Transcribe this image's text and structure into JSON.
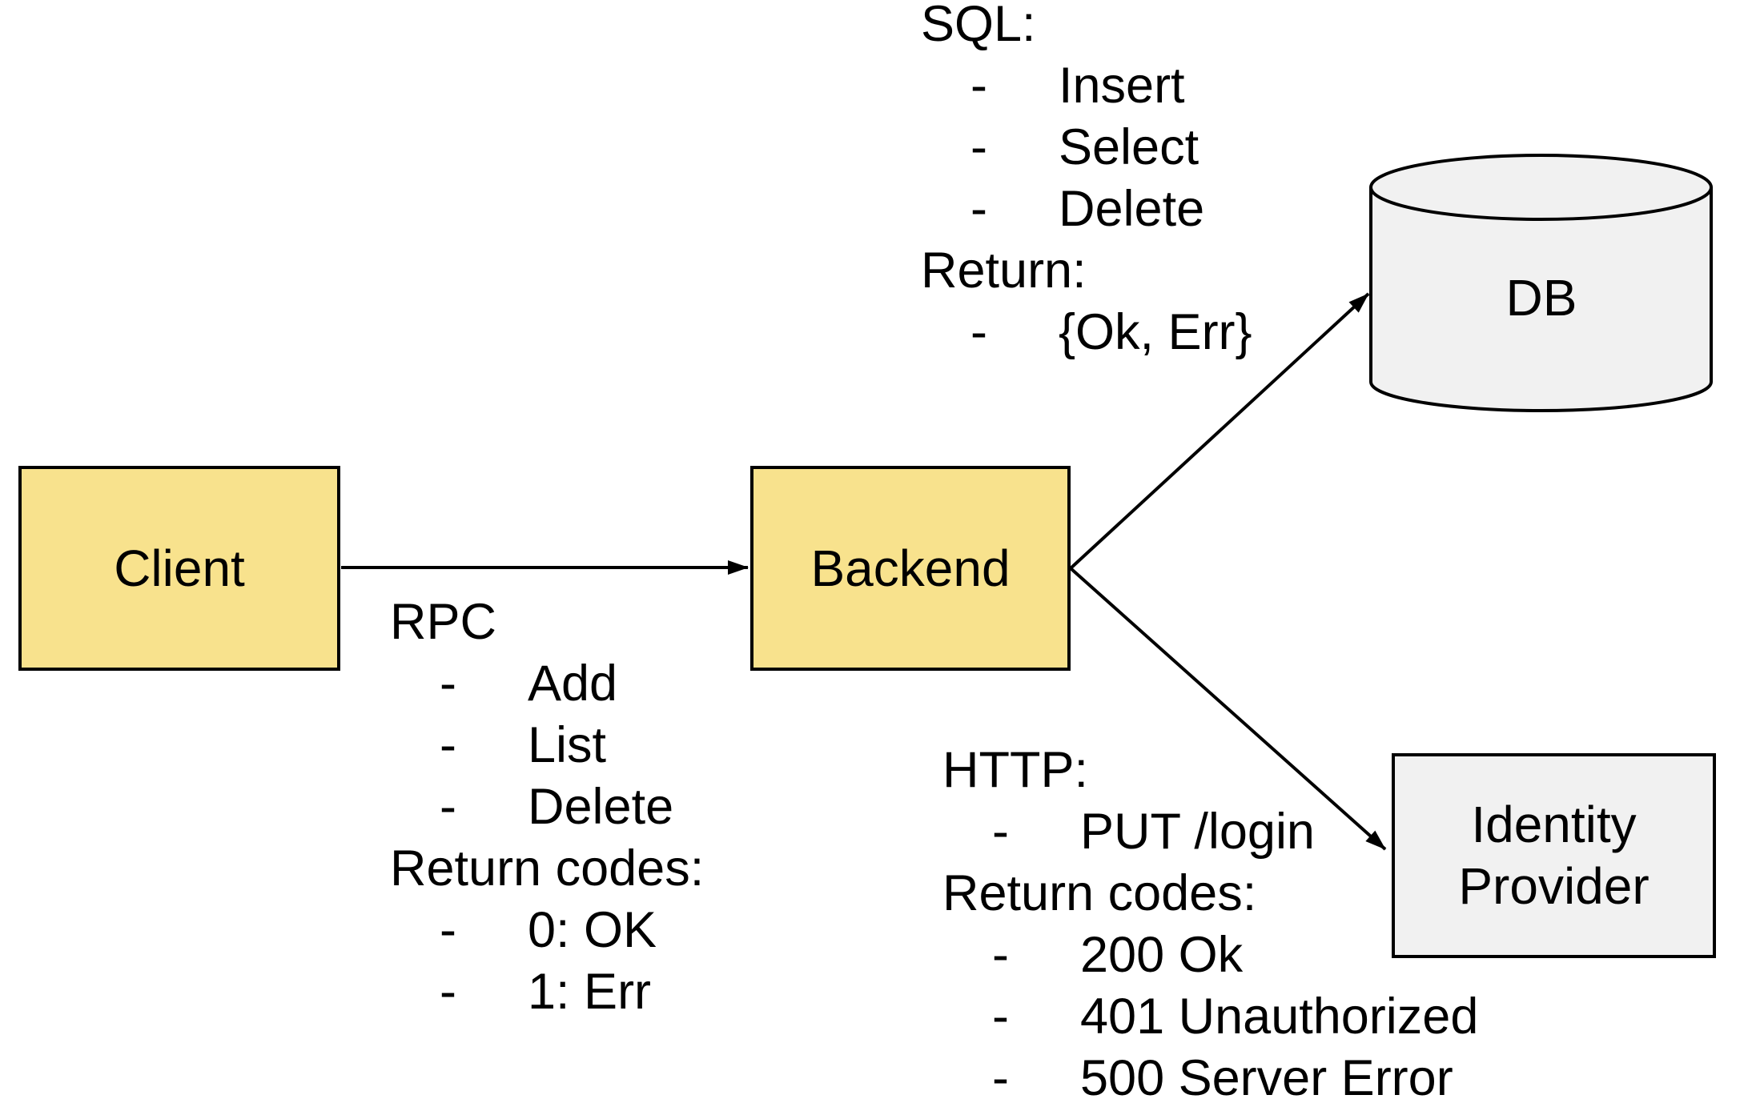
{
  "bullet": "-",
  "colors": {
    "node_fill_yellow": "#f8e28d",
    "node_fill_gray": "#f1f1f1",
    "stroke": "#000000",
    "background": "#ffffff"
  },
  "nodes": {
    "client": {
      "label": "Client"
    },
    "backend": {
      "label": "Backend"
    },
    "db": {
      "label": "DB"
    },
    "identity_provider": {
      "lines": [
        "Identity",
        "Provider"
      ]
    }
  },
  "rpc": {
    "title": "RPC",
    "items": [
      "Add",
      "List",
      "Delete"
    ],
    "return_title": "Return codes:",
    "return_items": [
      "0: OK",
      "1: Err"
    ]
  },
  "sql": {
    "title": "SQL:",
    "items": [
      "Insert",
      "Select",
      "Delete"
    ],
    "return_title": "Return:",
    "return_items": [
      "{Ok, Err}"
    ]
  },
  "http": {
    "title": "HTTP:",
    "items": [
      "PUT /login"
    ],
    "return_title": "Return codes:",
    "return_items": [
      "200 Ok",
      "401 Unauthorized",
      "500 Server Error"
    ]
  }
}
